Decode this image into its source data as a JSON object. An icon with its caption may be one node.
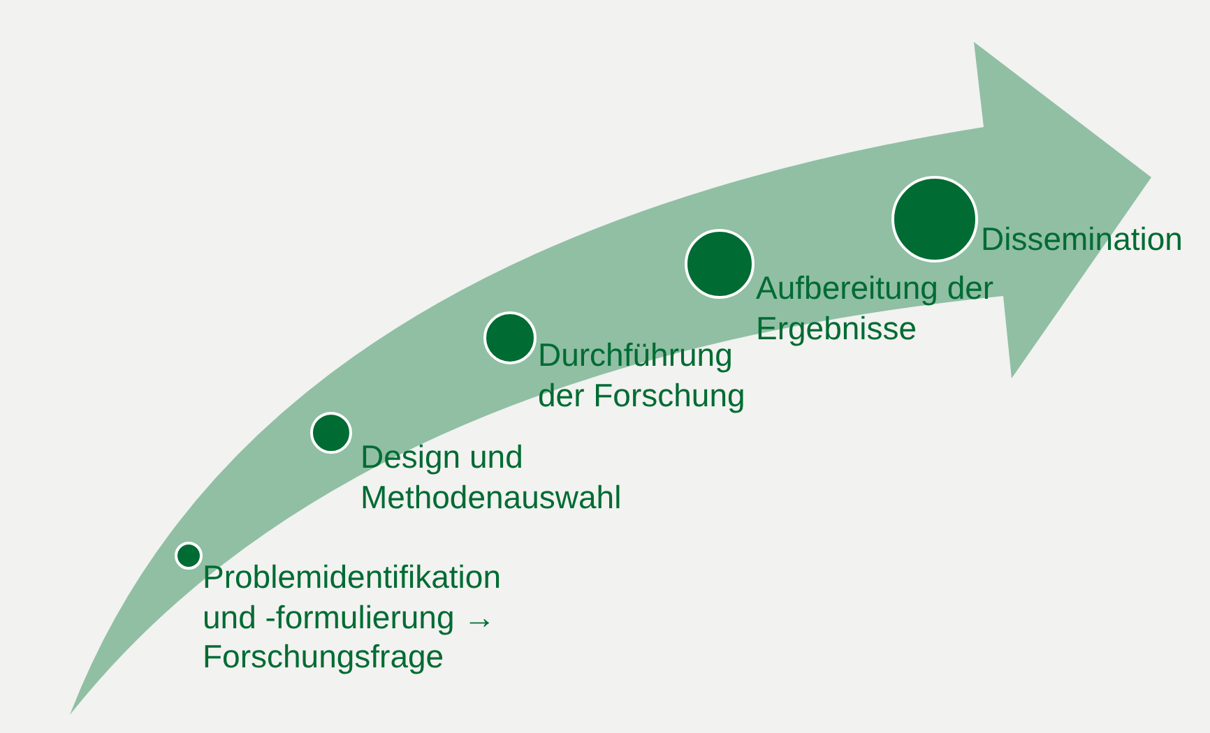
{
  "diagram": {
    "nodes": [
      {
        "text": [],
        "shape": "circle",
        "beside": [
          "Problemidentifikation und -formulierung → Forschungsfrage"
        ]
      },
      {
        "text": [],
        "shape": "circle",
        "beside": [
          "Design und Methodenauswahl"
        ]
      },
      {
        "text": [],
        "shape": "circle",
        "beside": [
          "Durchführung der Forschung"
        ]
      },
      {
        "text": [],
        "shape": "circle",
        "beside": [
          "Aufbereitung der Ergebnisse"
        ]
      },
      {
        "text": [],
        "shape": "circle",
        "beside": [
          "Dissemination"
        ]
      }
    ]
  }
}
